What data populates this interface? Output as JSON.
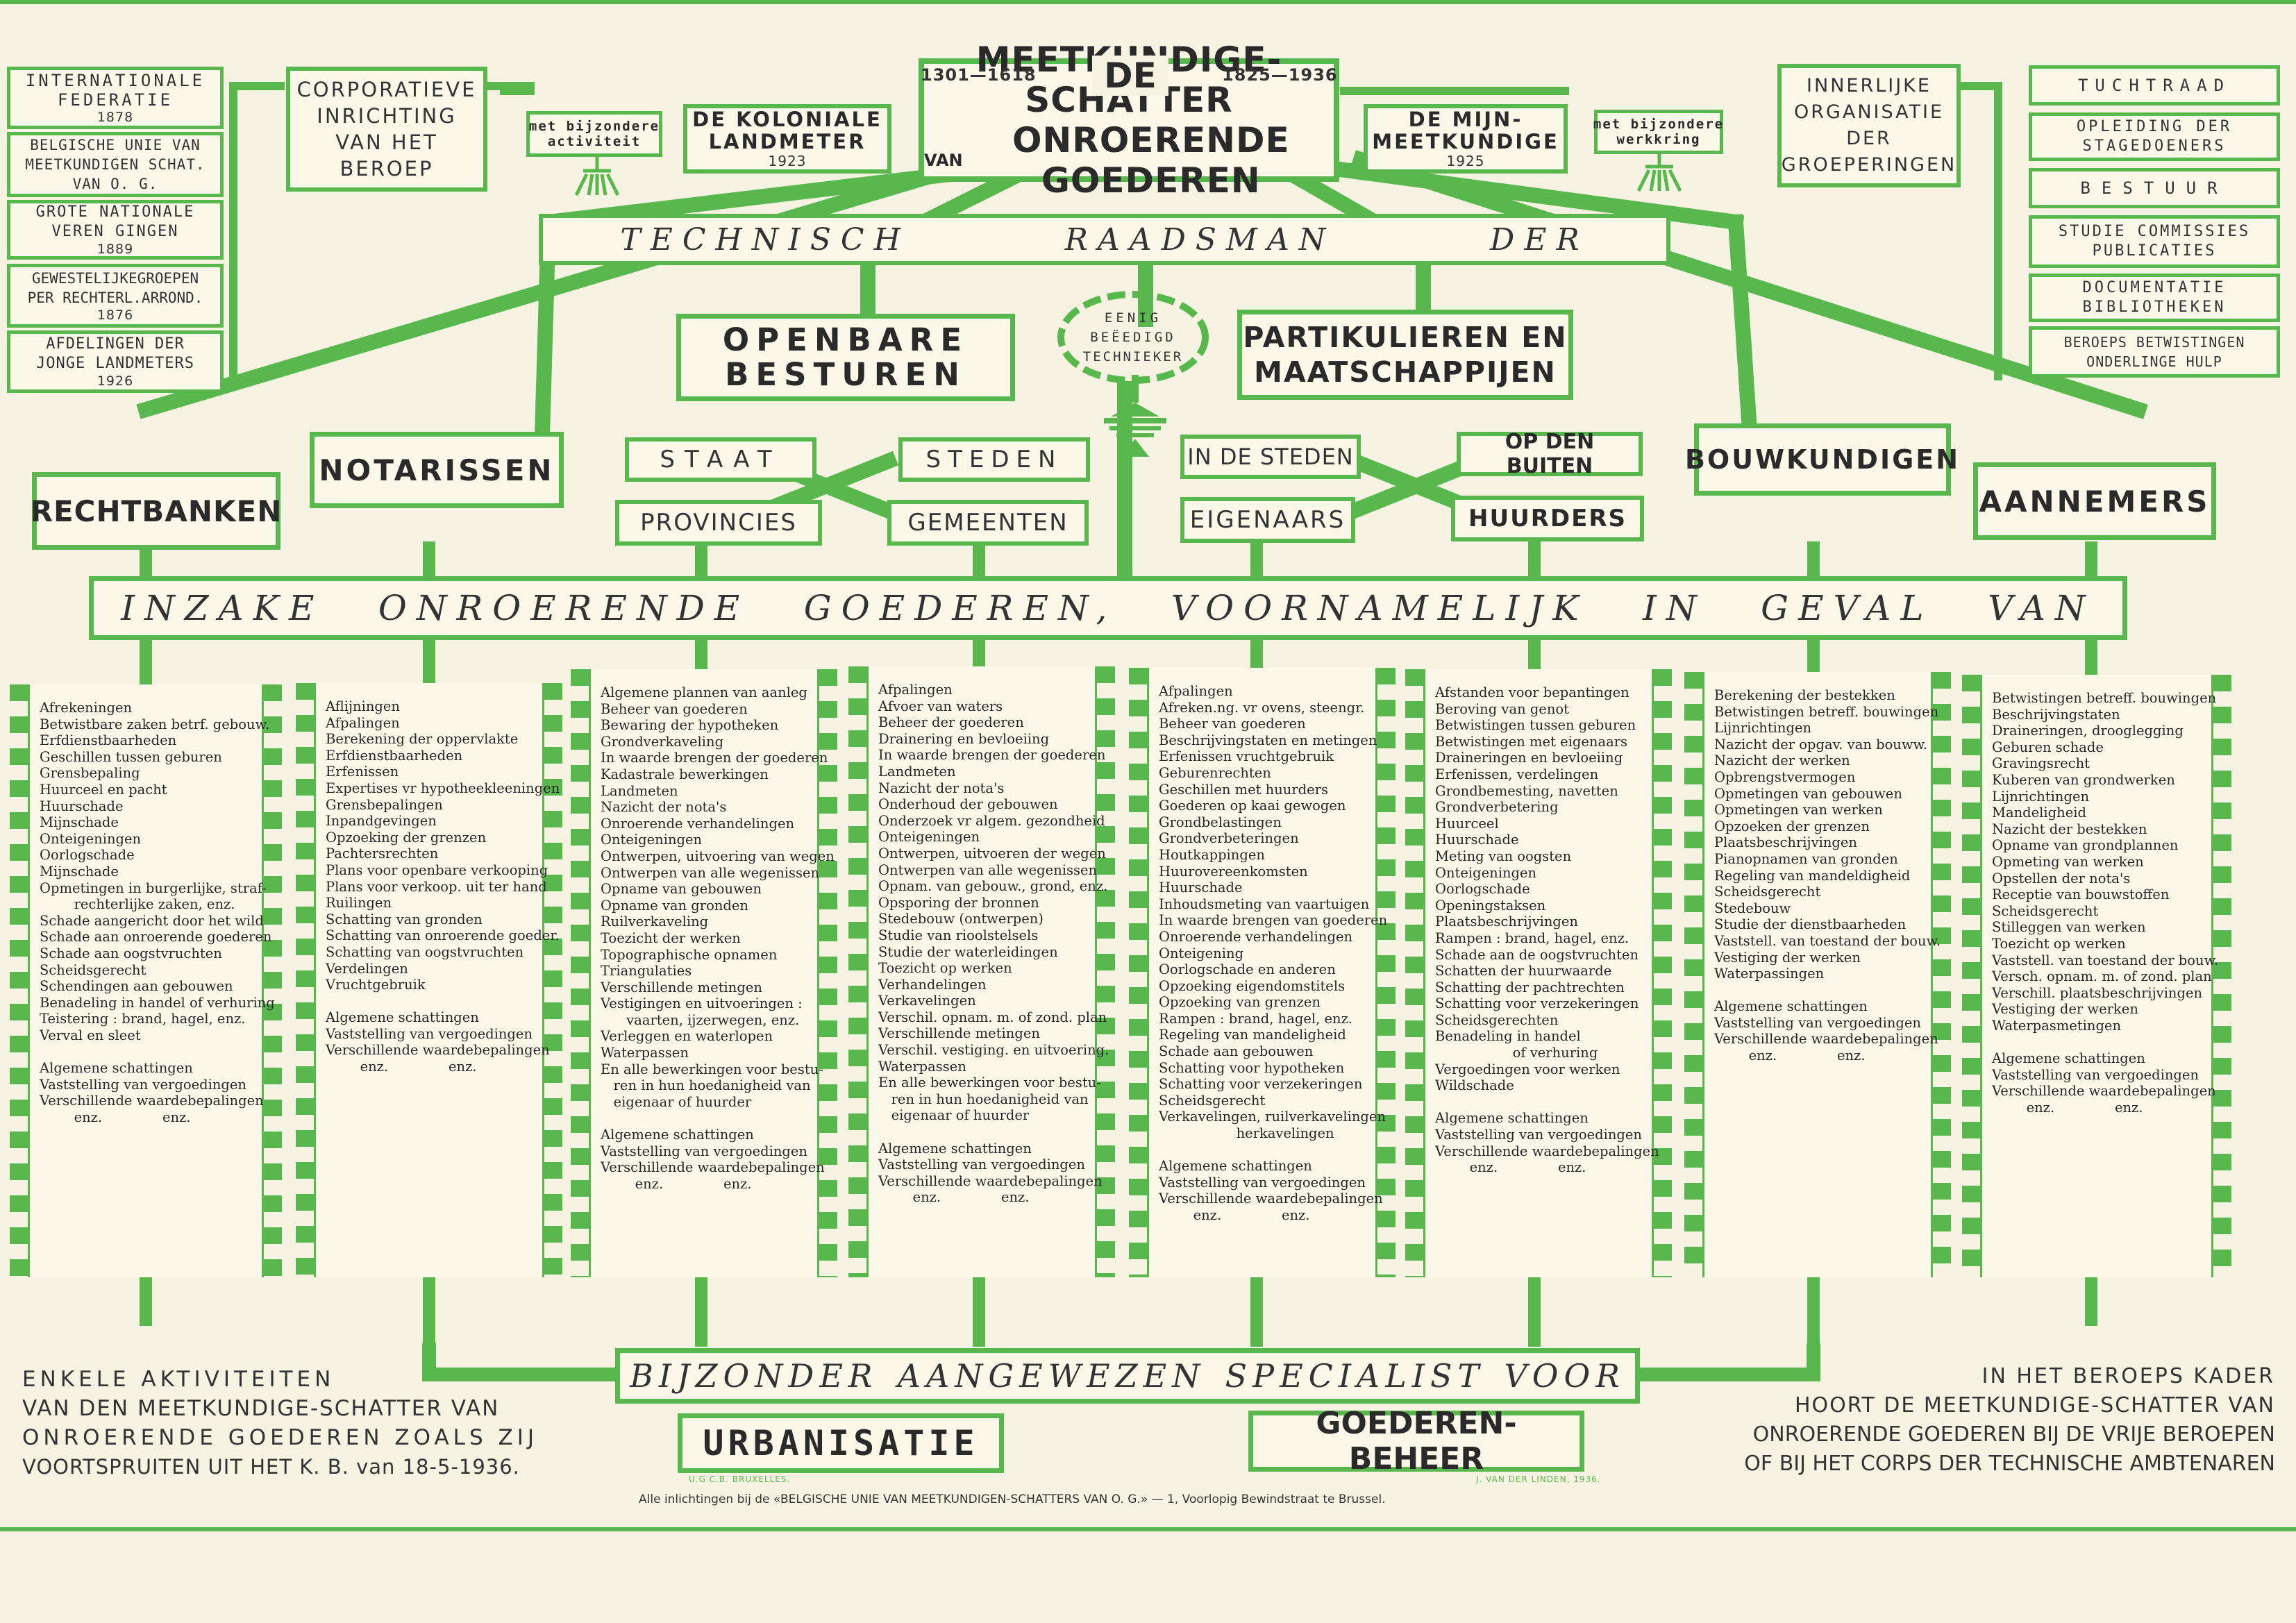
{
  "title": {
    "top": "DE",
    "line1": "MEETKUNDIGE-SCHATTER",
    "line2_small": "VAN",
    "line2": "ONROERENDE GOEDEREN",
    "year_left": "1301—1618",
    "year_right": "1825—1936"
  },
  "left_list": [
    {
      "text": "INTERNATIONALE\nFEDERATIE",
      "year": "1878"
    },
    {
      "text": "BELGISCHE UNIE VAN\nMEETKUNDIGEN SCHAT.\nVAN O. G.",
      "year": ""
    },
    {
      "text": "GROTE NATIONALE\nVEREN GINGEN",
      "year": "1889"
    },
    {
      "text": "GEWESTELIJKEGROEPEN\nPER RECHTERL.ARROND.",
      "year": "1876"
    },
    {
      "text": "AFDELINGEN DER\nJONGE LANDMETERS",
      "year": "1926"
    }
  ],
  "corporatieve": "CORPORATIEVE\nINRICHTING\nVAN HET\nBEROEP",
  "koloniale": {
    "activiteit": "met bijzondere\nactiviteit",
    "label": "DE KOLONIALE\nLANDMETER",
    "year": "1923"
  },
  "mijn": {
    "label": "DE MIJN-\nMEETKUNDIGE",
    "year": "1925",
    "werkkring": "met bijzondere\nwerkkring"
  },
  "innerlijke": "INNERLIJKE\nORGANISATIE\nDER\nGROEPERINGEN",
  "right_list": [
    "TUCHTRAAD",
    "OPLEIDING DER\nSTAGEDOENERS",
    "BESTUUR",
    "STUDIE COMMISSIES\nPUBLICATIES",
    "DOCUMENTATIE\nBIBLIOTHEKEN",
    "BEROEPS BETWISTINGEN\nONDERLINGE HULP"
  ],
  "technisch": [
    "TECHNISCH",
    "RAADSMAN",
    "DER"
  ],
  "seal": [
    "EENIG",
    "BEËEDIGD",
    "TECHNIEKER"
  ],
  "openbare": "OPENBARE\nBESTUREN",
  "partikulieren": "PARTIKULIEREN EN\nMAATSCHAPPIJEN",
  "staat": "STAAT",
  "steden": "STEDEN",
  "provincies": "PROVINCIES",
  "gemeenten": "GEMEENTEN",
  "in_de_steden": "IN DE STEDEN",
  "op_den_buiten": "OP DEN BUITEN",
  "eigenaars": "EIGENAARS",
  "huurders": "HUURDERS",
  "rechtbanken": "RECHTBANKEN",
  "notarissen": "NOTARISSEN",
  "bouwkundigen": "BOUWKUNDIGEN",
  "aannemers": "AANNEMERS",
  "inzake": [
    "INZAKE",
    "ONROERENDE",
    "GOEDEREN,",
    "VOORNAMELIJK",
    "IN",
    "GEVAL",
    "VAN"
  ],
  "columns": [
    [
      "Afrekeningen",
      "Betwistbare zaken betrf. gebouw.",
      "Erfdienstbaarheden",
      "Geschillen tussen geburen",
      "Grensbepaling",
      "Huurceel en pacht",
      "Huurschade",
      "Mijnschade",
      "Onteigeningen",
      "Oorlogschade",
      "Mijnschade",
      "Opmetingen in burgerlijke, straf-",
      "        rechterlijke zaken, enz.",
      "Schade aangericht door het wild",
      "Schade aan onroerende goederen",
      "Schade aan oogstvruchten",
      "Scheidsgerecht",
      "Schendingen aan gebouwen",
      "Benadeling in handel of verhuring",
      "Teistering : brand, hagel, enz.",
      "Verval en sleet",
      "",
      "Algemene schattingen",
      "Vaststelling van vergoedingen",
      "Verschillende waardebepalingen",
      "        enz.              enz."
    ],
    [
      "Aflijningen",
      "Afpalingen",
      "Berekening der oppervlakte",
      "Erfdienstbaarheden",
      "Erfenissen",
      "Expertises vr hypotheekleeningen",
      "Grensbepalingen",
      "Inpandgevingen",
      "Opzoeking der grenzen",
      "Pachtersrechten",
      "Plans voor openbare verkooping",
      "Plans voor verkoop. uit ter hand",
      "Ruilingen",
      "Schatting van gronden",
      "Schatting van onroerende goeder.",
      "Schatting van oogstvruchten",
      "Verdelingen",
      "Vruchtgebruik",
      "",
      "Algemene schattingen",
      "Vaststelling van vergoedingen",
      "Verschillende waardebepalingen",
      "        enz.              enz."
    ],
    [
      "Algemene plannen van aanleg",
      "Beheer van goederen",
      "Bewaring der hypotheken",
      "Grondverkaveling",
      "In waarde brengen der goederen",
      "Kadastrale bewerkingen",
      "Landmeten",
      "Nazicht der nota's",
      "Onroerende verhandelingen",
      "Onteigeningen",
      "Ontwerpen, uitvoering van wegen",
      "Ontwerpen van alle wegenissen",
      "Opname van gebouwen",
      "Opname van gronden",
      "Ruilverkaveling",
      "Toezicht der werken",
      "Topographische opnamen",
      "Triangulaties",
      "Verschillende metingen",
      "Vestigingen en uitvoeringen :",
      "      vaarten, ijzerwegen, enz.",
      "Verleggen en waterlopen",
      "Waterpassen",
      "En alle bewerkingen voor bestu-",
      "   ren in hun hoedanigheid van",
      "   eigenaar of huurder",
      "",
      "Algemene schattingen",
      "Vaststelling van vergoedingen",
      "Verschillende waardebepalingen",
      "        enz.              enz."
    ],
    [
      "Afpalingen",
      "Afvoer van waters",
      "Beheer der goederen",
      "Drainering en bevloeiing",
      "In waarde brengen der goederen",
      "Landmeten",
      "Nazicht der nota's",
      "Onderhoud der gebouwen",
      "Onderzoek vr algem. gezondheid",
      "Onteigeningen",
      "Ontwerpen, uitvoeren der wegen",
      "Ontwerpen van alle wegenissen",
      "Opnam. van gebouw., grond, enz.",
      "Opsporing der bronnen",
      "Stedebouw (ontwerpen)",
      "Studie van rioolstelsels",
      "Studie der waterleidingen",
      "Toezicht op werken",
      "Verhandelingen",
      "Verkavelingen",
      "Verschil. opnam. m. of zond. plan",
      "Verschillende metingen",
      "Verschil. vestiging. en uitvoering.",
      "Waterpassen",
      "En alle bewerkingen voor bestu-",
      "   ren in hun hoedanigheid van",
      "   eigenaar of huurder",
      "",
      "Algemene schattingen",
      "Vaststelling van vergoedingen",
      "Verschillende waardebepalingen",
      "        enz.              enz."
    ],
    [
      "Afpalingen",
      "Afreken.ng. vr ovens, steengr.",
      "Beheer van goederen",
      "Beschrijvingstaten en metingen",
      "Erfenissen vruchtgebruik",
      "Geburenrechten",
      "Geschillen met huurders",
      "Goederen op kaai gewogen",
      "Grondbelastingen",
      "Grondverbeteringen",
      "Houtkappingen",
      "Huurovereenkomsten",
      "Huurschade",
      "Inhoudsmeting van vaartuigen",
      "In waarde brengen van goederen",
      "Onroerende verhandelingen",
      "Onteigening",
      "Oorlogschade en anderen",
      "Opzoeking eigendomstitels",
      "Opzoeking van grenzen",
      "Rampen : brand, hagel, enz.",
      "Regeling van mandeligheid",
      "Schade aan gebouwen",
      "Schatting voor hypotheken",
      "Schatting voor verzekeringen",
      "Scheidsgerecht",
      "Verkavelingen, ruilverkavelingen",
      "                  herkavelingen",
      "",
      "Algemene schattingen",
      "Vaststelling van vergoedingen",
      "Verschillende waardebepalingen",
      "        enz.              enz."
    ],
    [
      "Afstanden voor bepantingen",
      "Beroving van genot",
      "Betwistingen tussen geburen",
      "Betwistingen met eigenaars",
      "Draineringen en bevloeiing",
      "Erfenissen, verdelingen",
      "Grondbemesting, navetten",
      "Grondverbetering",
      "Huurceel",
      "Huurschade",
      "Meting van oogsten",
      "Onteigeningen",
      "Oorlogschade",
      "Openingstaksen",
      "Plaatsbeschrijvingen",
      "Rampen : brand, hagel, enz.",
      "Schade aan de oogstvruchten",
      "Schatten der huurwaarde",
      "Schatting der pachtrechten",
      "Schatting voor verzekeringen",
      "Scheidsgerechten",
      "Benadeling in handel",
      "                  of verhuring",
      "Vergoedingen voor werken",
      "Wildschade",
      "",
      "Algemene schattingen",
      "Vaststelling van vergoedingen",
      "Verschillende waardebepalingen",
      "        enz.              enz."
    ],
    [
      "Berekening der bestekken",
      "Betwistingen betreff. bouwingen",
      "Lijnrichtingen",
      "Nazicht der opgav. van bouww.",
      "Nazicht der werken",
      "Opbrengstvermogen",
      "Opmetingen van gebouwen",
      "Opmetingen van werken",
      "Opzoeken der grenzen",
      "Plaatsbeschrijvingen",
      "Pianopnamen van gronden",
      "Regeling van mandeldigheid",
      "Scheidsgerecht",
      "Stedebouw",
      "Studie der dienstbaarheden",
      "Vaststell. van toestand der bouw.",
      "Vestiging der werken",
      "Waterpassingen",
      "",
      "Algemene schattingen",
      "Vaststelling van vergoedingen",
      "Verschillende waardebepalingen",
      "        enz.              enz."
    ],
    [
      "Betwistingen betreff. bouwingen",
      "Beschrijvingstaten",
      "Draineringen, drooglegging",
      "Geburen schade",
      "Gravingsrecht",
      "Kuberen van grondwerken",
      "Lijnrichtingen",
      "Mandeligheid",
      "Nazicht der bestekken",
      "Opname van grondplannen",
      "Opmeting van werken",
      "Opstellen der nota's",
      "Receptie van bouwstoffen",
      "Scheidsgerecht",
      "Stilleggen van werken",
      "Toezicht op werken",
      "Vaststell. van toestand der bouw.",
      "Versch. opnam. m. of zond. plan",
      "Verschill. plaatsbeschrijvingen",
      "Vestiging der werken",
      "Waterpasmetingen",
      "",
      "Algemene schattingen",
      "Vaststelling van vergoedingen",
      "Verschillende waardebepalingen",
      "        enz.              enz."
    ]
  ],
  "bijzonder": [
    "BIJZONDER",
    "AANGEWEZEN",
    "SPECIALIST",
    "VOOR"
  ],
  "urbanisatie": "URBANISATIE",
  "goederen_beheer": "GOEDEREN-BEHEER",
  "credit_left": "U.G.C.B. BRUXELLES.",
  "credit_right": "J. VAN DER LINDEN, 1936.",
  "footer_left": [
    "ENKELE AKTIVITEITEN",
    "VAN DEN MEETKUNDIGE-SCHATTER VAN",
    "ONROERENDE GOEDEREN ZOALS ZIJ",
    "VOORTSPRUITEN UIT HET K. B. van 18-5-1936."
  ],
  "footer_right": [
    "IN HET BEROEPS KADER",
    "HOORT DE MEETKUNDIGE-SCHATTER VAN",
    "ONROERENDE GOEDEREN BIJ DE VRIJE BEROEPEN",
    "OF BIJ HET CORPS DER TECHNISCHE AMBTENAREN"
  ],
  "bottom_note": "Alle inlichtingen bij de «BELGISCHE UNIE VAN MEETKUNDIGEN-SCHATTERS VAN O. G.» — 1, Voorlopig Bewindstraat te Brussel.",
  "colors": {
    "green": "#59b84d",
    "paper": "#f7f3e2",
    "ink": "#262626"
  }
}
